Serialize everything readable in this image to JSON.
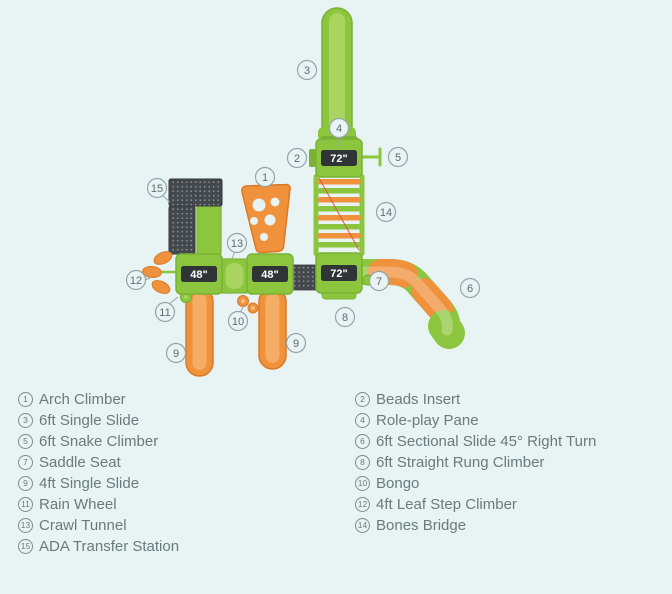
{
  "page": {
    "background": "#e8f3f3"
  },
  "colors": {
    "green": "#8cc63e",
    "green_dark": "#79b235",
    "green_light": "#a8d45f",
    "orange": "#f0913c",
    "orange_dark": "#d97a28",
    "orange_light": "#f5ad66",
    "panel_dark": "#43484d",
    "badge_bg": "#2f3437",
    "badge_text": "#ffffff",
    "callout_border": "#96a4a7",
    "legend_text": "#6b7a7a"
  },
  "diagram": {
    "deck_labels": [
      {
        "id": "deck-72-top",
        "label": "72\""
      },
      {
        "id": "deck-72-bottom",
        "label": "72\""
      },
      {
        "id": "deck-48-center",
        "label": "48\""
      },
      {
        "id": "deck-48-left",
        "label": "48\""
      }
    ],
    "callouts": [
      {
        "num": "1"
      },
      {
        "num": "2"
      },
      {
        "num": "3"
      },
      {
        "num": "4"
      },
      {
        "num": "5"
      },
      {
        "num": "6"
      },
      {
        "num": "7"
      },
      {
        "num": "8"
      },
      {
        "num": "9"
      },
      {
        "num": "9"
      },
      {
        "num": "10"
      },
      {
        "num": "11"
      },
      {
        "num": "12"
      },
      {
        "num": "13"
      },
      {
        "num": "14"
      },
      {
        "num": "15"
      }
    ]
  },
  "legend": {
    "left": [
      {
        "num": "1",
        "label": "Arch Climber"
      },
      {
        "num": "3",
        "label": "6ft Single Slide"
      },
      {
        "num": "5",
        "label": "6ft Snake Climber"
      },
      {
        "num": "7",
        "label": "Saddle Seat"
      },
      {
        "num": "9",
        "label": "4ft Single Slide"
      },
      {
        "num": "11",
        "label": "Rain Wheel"
      },
      {
        "num": "13",
        "label": "Crawl Tunnel"
      },
      {
        "num": "15",
        "label": "ADA Transfer Station"
      }
    ],
    "right": [
      {
        "num": "2",
        "label": "Beads Insert"
      },
      {
        "num": "4",
        "label": "Role-play Pane"
      },
      {
        "num": "6",
        "label": "6ft Sectional Slide 45° Right Turn"
      },
      {
        "num": "8",
        "label": "6ft Straight Rung Climber"
      },
      {
        "num": "10",
        "label": "Bongo"
      },
      {
        "num": "12",
        "label": "4ft Leaf Step Climber"
      },
      {
        "num": "14",
        "label": "Bones Bridge"
      }
    ]
  }
}
